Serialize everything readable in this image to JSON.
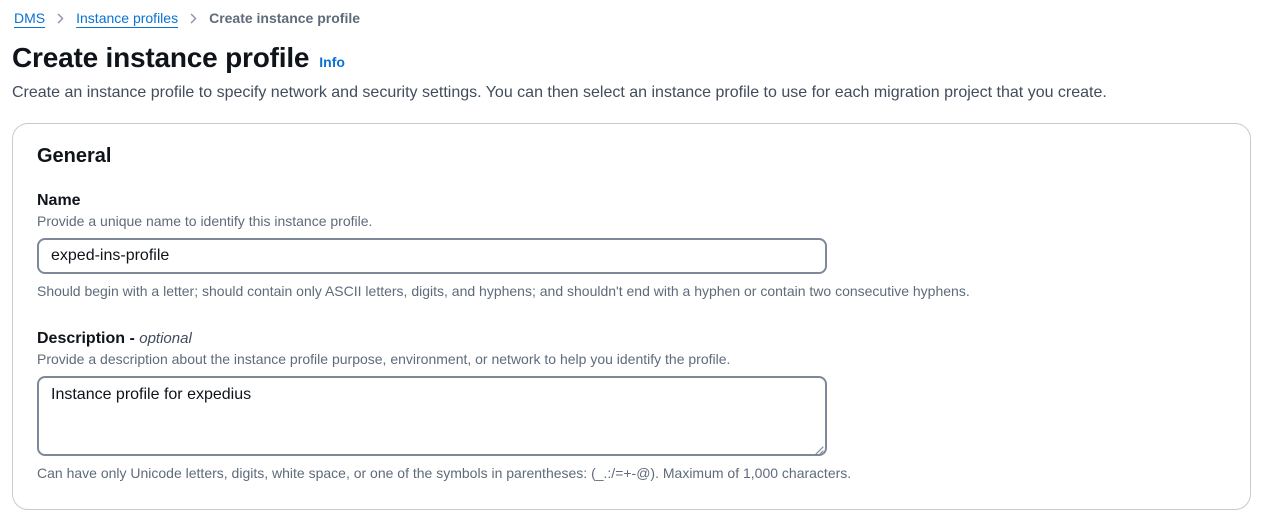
{
  "breadcrumb": {
    "items": [
      {
        "label": "DMS",
        "type": "link"
      },
      {
        "label": "Instance profiles",
        "type": "link"
      },
      {
        "label": "Create instance profile",
        "type": "current"
      }
    ]
  },
  "header": {
    "title": "Create instance profile",
    "info_label": "Info",
    "description": "Create an instance profile to specify network and security settings. You can then select an instance profile to use for each migration project that you create."
  },
  "general_section": {
    "title": "General",
    "name_field": {
      "label": "Name",
      "description": "Provide a unique name to identify this instance profile.",
      "value": "exped-ins-profile",
      "constraint": "Should begin with a letter; should contain only ASCII letters, digits, and hyphens; and shouldn't end with a hyphen or contain two consecutive hyphens."
    },
    "description_field": {
      "label": "Description -",
      "optional_label": "optional",
      "description": "Provide a description about the instance profile purpose, environment, or network to help you identify the profile.",
      "value": "Instance profile for expedius",
      "constraint": "Can have only Unicode letters, digits, white space, or one of the symbols in parentheses: (_.:/=+-@). Maximum of 1,000 characters."
    }
  },
  "icons": {
    "breadcrumb_separator": "chevron-right-icon",
    "textarea_corner": "resize-handle-icon"
  },
  "colors": {
    "link_blue": "#0972d3",
    "heading_dark": "#0f141a",
    "body_text": "#414d5c",
    "helper_gray": "#5f6b7a",
    "input_border": "#7d8998",
    "card_border": "#c6cad1",
    "separator_gray": "#8d99a8"
  }
}
